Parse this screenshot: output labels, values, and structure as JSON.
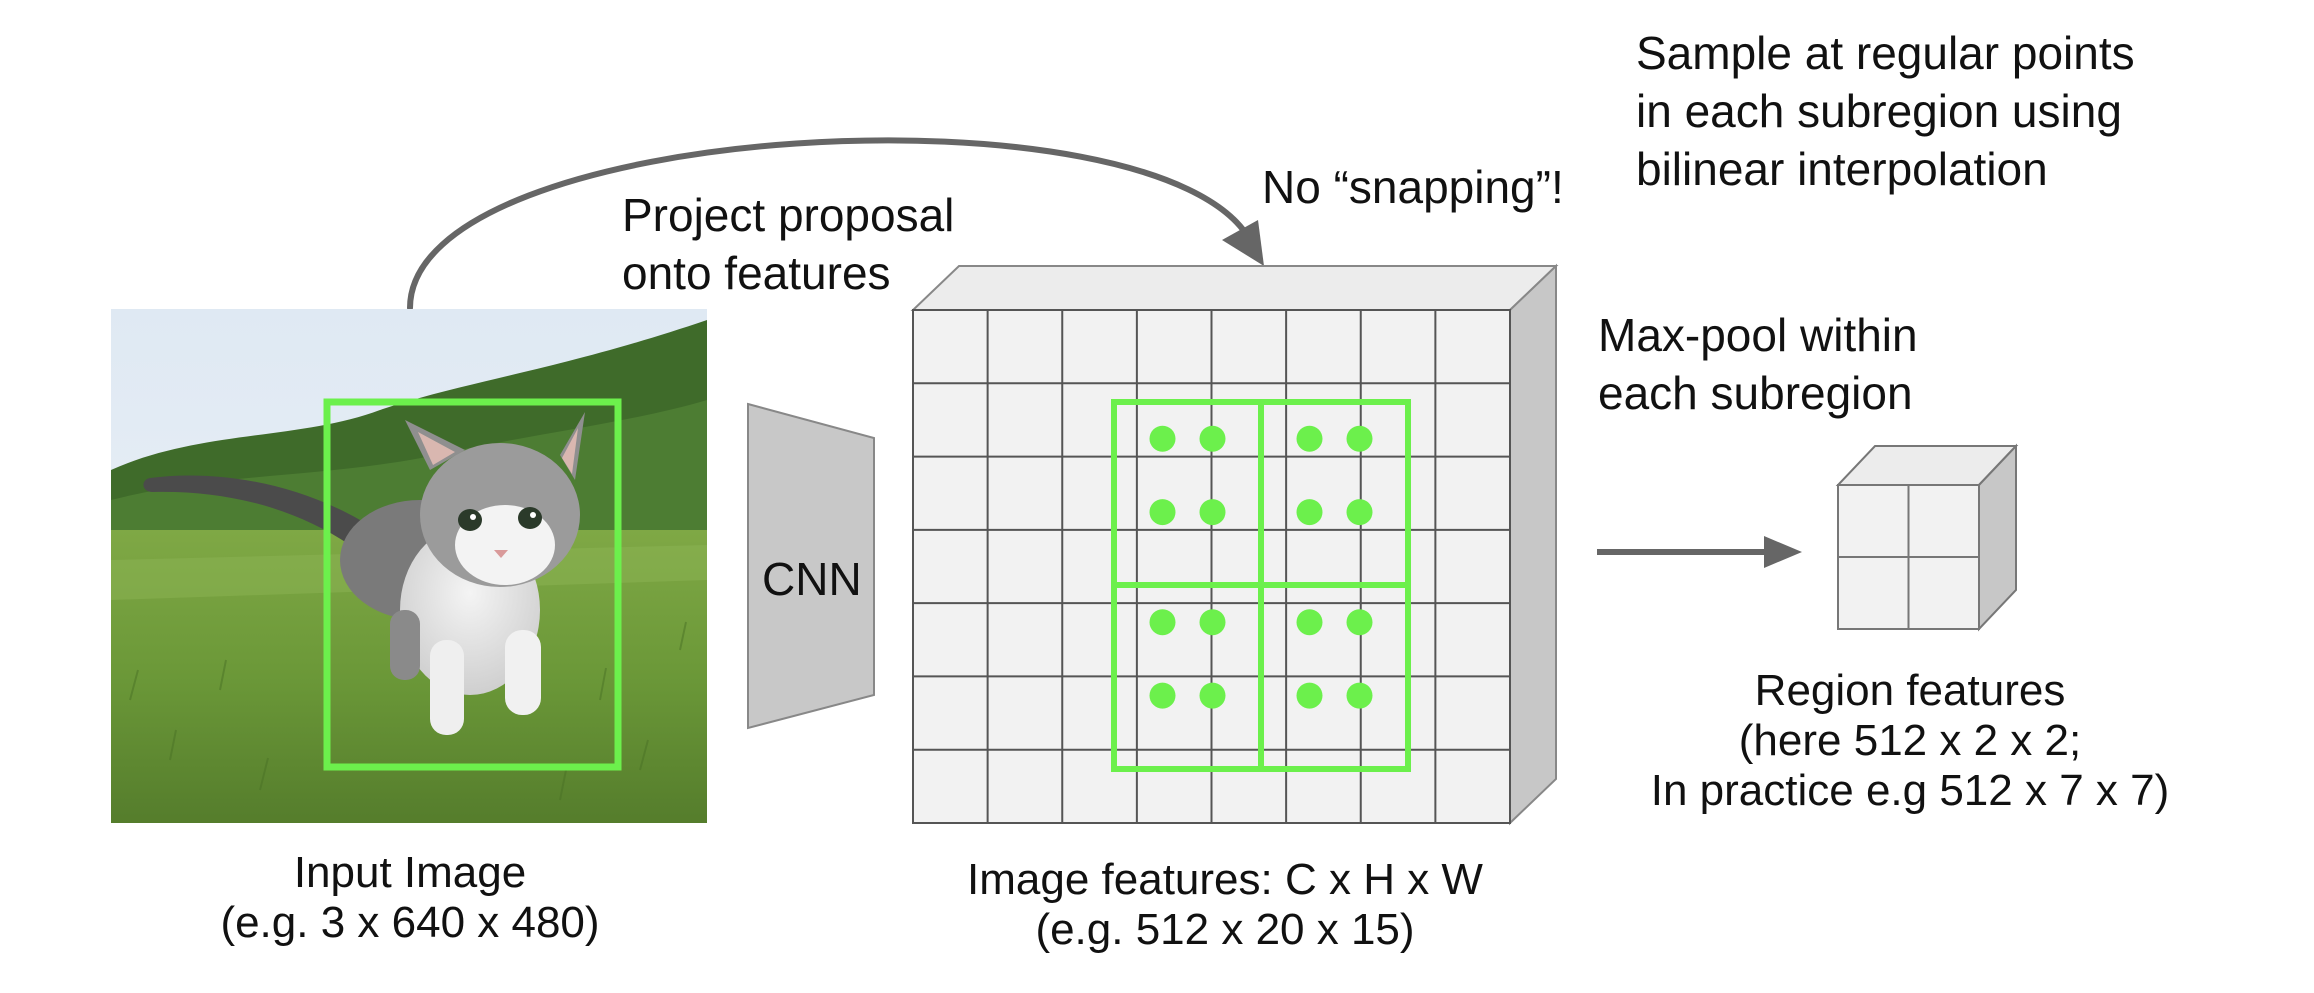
{
  "labels": {
    "sample": [
      "Sample at regular points",
      "in each subregion using",
      "bilinear interpolation"
    ],
    "no_snapping": "No “snapping”!",
    "project": [
      "Project proposal",
      "onto features"
    ],
    "maxpool": [
      "Max-pool within",
      "each subregion"
    ],
    "cnn": "CNN",
    "input_image": [
      "Input Image",
      "(e.g. 3 x 640 x 480)"
    ],
    "image_features": [
      "Image features: C x H x W",
      "(e.g. 512 x 20 x 15)"
    ],
    "region_features": [
      "Region features",
      "(here 512 x 2 x 2;",
      "In practice e.g 512 x 7 x 7)"
    ]
  },
  "feature_grid": {
    "columns": 8,
    "rows": 7
  },
  "roi": {
    "subregions": 2,
    "samples_per_subregion": 2
  },
  "region_cube": {
    "columns": 2,
    "rows": 2
  },
  "colors": {
    "highlight": "#6cf04c",
    "grid_face": "#f2f2f2",
    "grid_line": "#555555",
    "cube_top": "#ececec",
    "cube_side": "#c7c7c7",
    "cnn_fill": "#c8c8c8",
    "arrow": "#666666"
  }
}
